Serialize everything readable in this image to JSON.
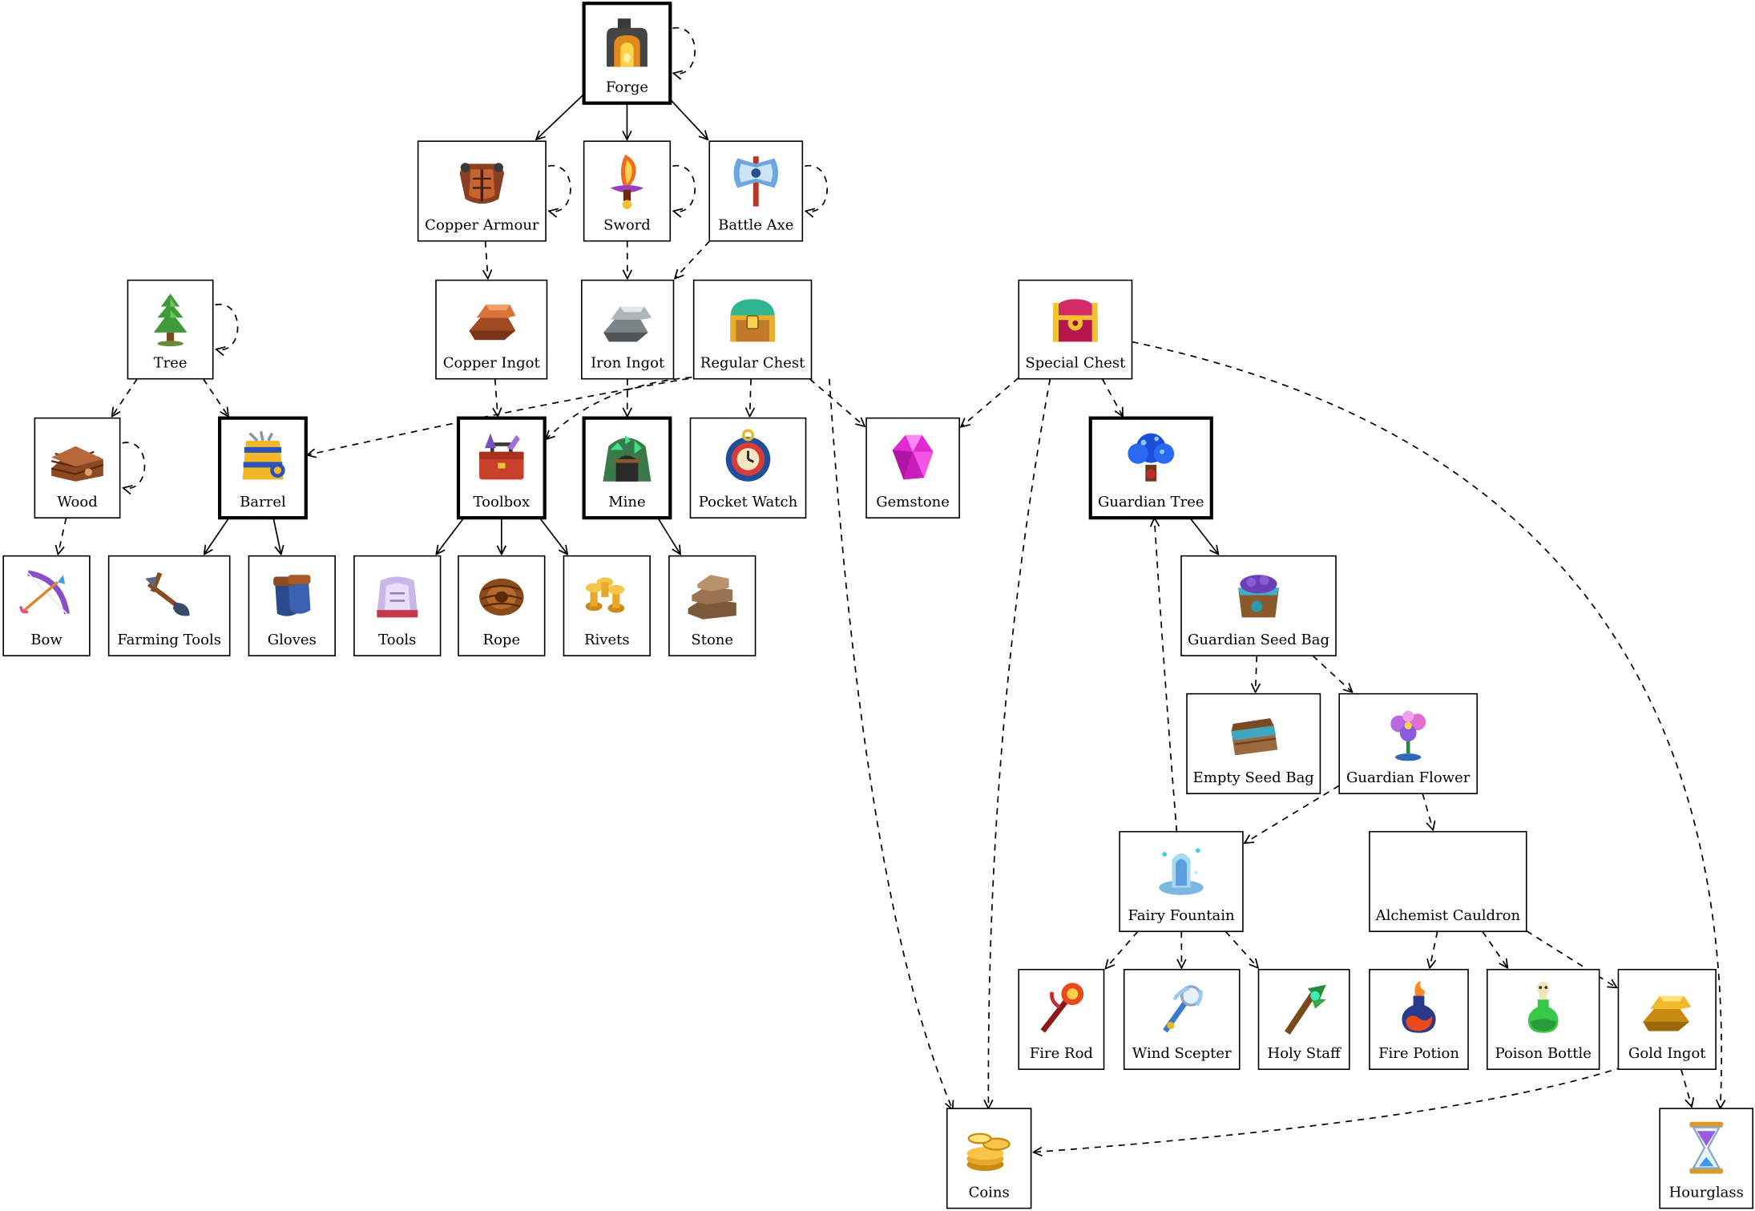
{
  "nodes": [
    {
      "id": "forge",
      "label": "Forge",
      "icon": "forge-icon",
      "primary": true
    },
    {
      "id": "copper_armour",
      "label": "Copper Armour",
      "icon": "copper-armour-icon",
      "primary": false
    },
    {
      "id": "sword",
      "label": "Sword",
      "icon": "sword-icon",
      "primary": false
    },
    {
      "id": "battle_axe",
      "label": "Battle Axe",
      "icon": "battle-axe-icon",
      "primary": false
    },
    {
      "id": "tree",
      "label": "Tree",
      "icon": "tree-icon",
      "primary": false
    },
    {
      "id": "copper_ingot",
      "label": "Copper Ingot",
      "icon": "copper-ingot-icon",
      "primary": false
    },
    {
      "id": "iron_ingot",
      "label": "Iron Ingot",
      "icon": "iron-ingot-icon",
      "primary": false
    },
    {
      "id": "regular_chest",
      "label": "Regular Chest",
      "icon": "regular-chest-icon",
      "primary": false
    },
    {
      "id": "special_chest",
      "label": "Special Chest",
      "icon": "special-chest-icon",
      "primary": false
    },
    {
      "id": "wood",
      "label": "Wood",
      "icon": "wood-icon",
      "primary": false
    },
    {
      "id": "barrel",
      "label": "Barrel",
      "icon": "barrel-icon",
      "primary": true
    },
    {
      "id": "toolbox",
      "label": "Toolbox",
      "icon": "toolbox-icon",
      "primary": true
    },
    {
      "id": "mine",
      "label": "Mine",
      "icon": "mine-icon",
      "primary": true
    },
    {
      "id": "pocket_watch",
      "label": "Pocket Watch",
      "icon": "pocket-watch-icon",
      "primary": false
    },
    {
      "id": "gemstone",
      "label": "Gemstone",
      "icon": "gemstone-icon",
      "primary": false
    },
    {
      "id": "guardian_tree",
      "label": "Guardian Tree",
      "icon": "guardian-tree-icon",
      "primary": true
    },
    {
      "id": "bow",
      "label": "Bow",
      "icon": "bow-icon",
      "primary": false
    },
    {
      "id": "farming_tools",
      "label": "Farming Tools",
      "icon": "farming-tools-icon",
      "primary": false
    },
    {
      "id": "gloves",
      "label": "Gloves",
      "icon": "gloves-icon",
      "primary": false
    },
    {
      "id": "tools",
      "label": "Tools",
      "icon": "tools-icon",
      "primary": false
    },
    {
      "id": "rope",
      "label": "Rope",
      "icon": "rope-icon",
      "primary": false
    },
    {
      "id": "rivets",
      "label": "Rivets",
      "icon": "rivets-icon",
      "primary": false
    },
    {
      "id": "stone",
      "label": "Stone",
      "icon": "stone-icon",
      "primary": false
    },
    {
      "id": "guardian_seed_bag",
      "label": "Guardian Seed Bag",
      "icon": "guardian-seed-bag-icon",
      "primary": false
    },
    {
      "id": "empty_seed_bag",
      "label": "Empty Seed Bag",
      "icon": "empty-seed-bag-icon",
      "primary": false
    },
    {
      "id": "guardian_flower",
      "label": "Guardian Flower",
      "icon": "guardian-flower-icon",
      "primary": false
    },
    {
      "id": "fairy_fountain",
      "label": "Fairy Fountain",
      "icon": "fairy-fountain-icon",
      "primary": false
    },
    {
      "id": "alchemist_cauldron",
      "label": "Alchemist Cauldron",
      "icon": "alchemist-cauldron-icon",
      "primary": false
    },
    {
      "id": "fire_rod",
      "label": "Fire Rod",
      "icon": "fire-rod-icon",
      "primary": false
    },
    {
      "id": "wind_scepter",
      "label": "Wind Scepter",
      "icon": "wind-scepter-icon",
      "primary": false
    },
    {
      "id": "holy_staff",
      "label": "Holy Staff",
      "icon": "holy-staff-icon",
      "primary": false
    },
    {
      "id": "fire_potion",
      "label": "Fire Potion",
      "icon": "fire-potion-icon",
      "primary": false
    },
    {
      "id": "poison_bottle",
      "label": "Poison Bottle",
      "icon": "poison-bottle-icon",
      "primary": false
    },
    {
      "id": "gold_ingot",
      "label": "Gold Ingot",
      "icon": "gold-ingot-icon",
      "primary": false
    },
    {
      "id": "coins",
      "label": "Coins",
      "icon": "coins-icon",
      "primary": false
    },
    {
      "id": "hourglass",
      "label": "Hourglass",
      "icon": "hourglass-icon",
      "primary": false
    }
  ],
  "edges": [
    {
      "from": "forge",
      "to": "forge",
      "style": "dashed"
    },
    {
      "from": "forge",
      "to": "copper_armour",
      "style": "solid"
    },
    {
      "from": "forge",
      "to": "sword",
      "style": "solid"
    },
    {
      "from": "forge",
      "to": "battle_axe",
      "style": "solid"
    },
    {
      "from": "copper_armour",
      "to": "copper_armour",
      "style": "dashed"
    },
    {
      "from": "sword",
      "to": "sword",
      "style": "dashed"
    },
    {
      "from": "battle_axe",
      "to": "battle_axe",
      "style": "dashed"
    },
    {
      "from": "copper_armour",
      "to": "copper_ingot",
      "style": "dashed"
    },
    {
      "from": "sword",
      "to": "iron_ingot",
      "style": "dashed"
    },
    {
      "from": "battle_axe",
      "to": "iron_ingot",
      "style": "dashed"
    },
    {
      "from": "tree",
      "to": "tree",
      "style": "dashed"
    },
    {
      "from": "tree",
      "to": "wood",
      "style": "dashed"
    },
    {
      "from": "tree",
      "to": "barrel",
      "style": "dashed"
    },
    {
      "from": "wood",
      "to": "wood",
      "style": "dashed"
    },
    {
      "from": "wood",
      "to": "bow",
      "style": "dashed"
    },
    {
      "from": "copper_ingot",
      "to": "toolbox",
      "style": "dashed"
    },
    {
      "from": "iron_ingot",
      "to": "mine",
      "style": "dashed"
    },
    {
      "from": "regular_chest",
      "to": "barrel",
      "style": "dashed"
    },
    {
      "from": "regular_chest",
      "to": "toolbox",
      "style": "dashed"
    },
    {
      "from": "regular_chest",
      "to": "pocket_watch",
      "style": "dashed"
    },
    {
      "from": "regular_chest",
      "to": "gemstone",
      "style": "dashed"
    },
    {
      "from": "regular_chest",
      "to": "coins",
      "style": "dashed"
    },
    {
      "from": "special_chest",
      "to": "gemstone",
      "style": "dashed"
    },
    {
      "from": "special_chest",
      "to": "guardian_tree",
      "style": "dashed"
    },
    {
      "from": "special_chest",
      "to": "coins",
      "style": "dashed"
    },
    {
      "from": "special_chest",
      "to": "hourglass",
      "style": "dashed"
    },
    {
      "from": "barrel",
      "to": "farming_tools",
      "style": "solid"
    },
    {
      "from": "barrel",
      "to": "gloves",
      "style": "solid"
    },
    {
      "from": "toolbox",
      "to": "tools",
      "style": "solid"
    },
    {
      "from": "toolbox",
      "to": "rope",
      "style": "solid"
    },
    {
      "from": "toolbox",
      "to": "rivets",
      "style": "solid"
    },
    {
      "from": "mine",
      "to": "stone",
      "style": "solid"
    },
    {
      "from": "guardian_tree",
      "to": "guardian_seed_bag",
      "style": "solid"
    },
    {
      "from": "guardian_seed_bag",
      "to": "empty_seed_bag",
      "style": "dashed"
    },
    {
      "from": "guardian_seed_bag",
      "to": "guardian_flower",
      "style": "dashed"
    },
    {
      "from": "guardian_flower",
      "to": "fairy_fountain",
      "style": "dashed"
    },
    {
      "from": "guardian_flower",
      "to": "alchemist_cauldron",
      "style": "dashed"
    },
    {
      "from": "fairy_fountain",
      "to": "guardian_tree",
      "style": "dashed"
    },
    {
      "from": "fairy_fountain",
      "to": "fire_rod",
      "style": "dashed"
    },
    {
      "from": "fairy_fountain",
      "to": "wind_scepter",
      "style": "dashed"
    },
    {
      "from": "fairy_fountain",
      "to": "holy_staff",
      "style": "dashed"
    },
    {
      "from": "alchemist_cauldron",
      "to": "fire_potion",
      "style": "dashed"
    },
    {
      "from": "alchemist_cauldron",
      "to": "poison_bottle",
      "style": "dashed"
    },
    {
      "from": "alchemist_cauldron",
      "to": "gold_ingot",
      "style": "dashed"
    },
    {
      "from": "gold_ingot",
      "to": "coins",
      "style": "dashed"
    },
    {
      "from": "gold_ingot",
      "to": "hourglass",
      "style": "dashed"
    }
  ]
}
